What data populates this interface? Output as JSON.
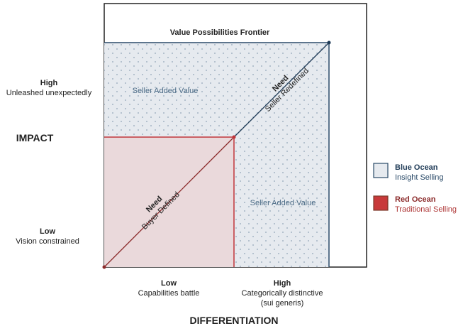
{
  "title": "Value Possibilities Frontier",
  "y_axis": {
    "label": "IMPACT",
    "high": "High",
    "high_sub": "Unleashed unexpectedly",
    "low": "Low",
    "low_sub": "Vision constrained"
  },
  "x_axis": {
    "label": "DIFFERENTIATION",
    "low": "Low",
    "low_sub": "Capabilities battle",
    "high": "High",
    "high_sub": "Categorically distinctive",
    "high_sub2": "(sui generis)"
  },
  "regions": {
    "seller_added_top": "Seller Added Value",
    "seller_added_right": "Seller Added Value",
    "need_seller": "Need",
    "need_seller_sub": "Seller Redefined",
    "need_buyer": "Need",
    "need_buyer_sub": "Buyer Defined"
  },
  "legend": [
    {
      "title": "Blue Ocean",
      "sub": "Insight Selling",
      "color": "#e3e8ee"
    },
    {
      "title": "Red Ocean",
      "sub": "Traditional Selling",
      "color": "#c8393a"
    }
  ],
  "colors": {
    "blue": "#2a4a68",
    "red": "#c0353a",
    "blue_fill": "#e6eaef",
    "red_fill": "#ead9db"
  }
}
